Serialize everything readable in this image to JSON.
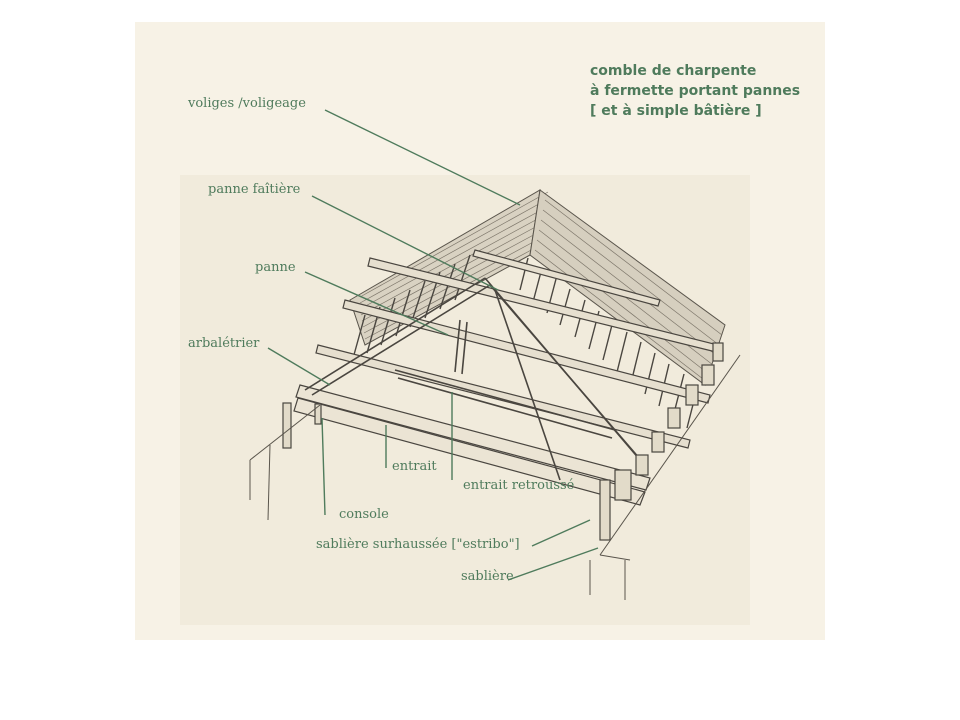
{
  "title": {
    "line1": "comble de charpente",
    "line2": "à fermette portant pannes",
    "line3": "[ et à simple bâtière ]"
  },
  "labels": {
    "voliges": "voliges /voligeage",
    "panne_faitiere": "panne faîtière",
    "panne": "panne",
    "arbaletrier": "arbalétrier",
    "entrait": "entrait",
    "entrait_retrousse": "entrait  retroussé",
    "console": "console",
    "sabliere_surhaussee": "sablière surhaussée [\"estribo\"]",
    "sabliere": "sablière"
  },
  "colors": {
    "label": "#4f7b5c",
    "leader": "#4f7b5c",
    "ink": "#4a4640",
    "paper": "#f6f1e4"
  }
}
